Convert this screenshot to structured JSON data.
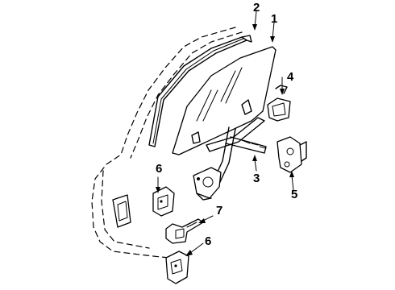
{
  "callouts": {
    "c1": "1",
    "c2": "2",
    "c3": "3",
    "c4": "4",
    "c5": "5",
    "c6a": "6",
    "c6b": "6",
    "c7": "7"
  },
  "parts": [
    {
      "callout": "1",
      "depicts": "door-glass"
    },
    {
      "callout": "2",
      "depicts": "glass-run-channel"
    },
    {
      "callout": "3",
      "depicts": "window-regulator"
    },
    {
      "callout": "4",
      "depicts": "outside-handle"
    },
    {
      "callout": "5",
      "depicts": "door-lock"
    },
    {
      "callout": "6",
      "depicts": "door-hinge"
    },
    {
      "callout": "7",
      "depicts": "door-check"
    }
  ],
  "colors": {
    "ink": "#000000",
    "paper": "#ffffff"
  }
}
